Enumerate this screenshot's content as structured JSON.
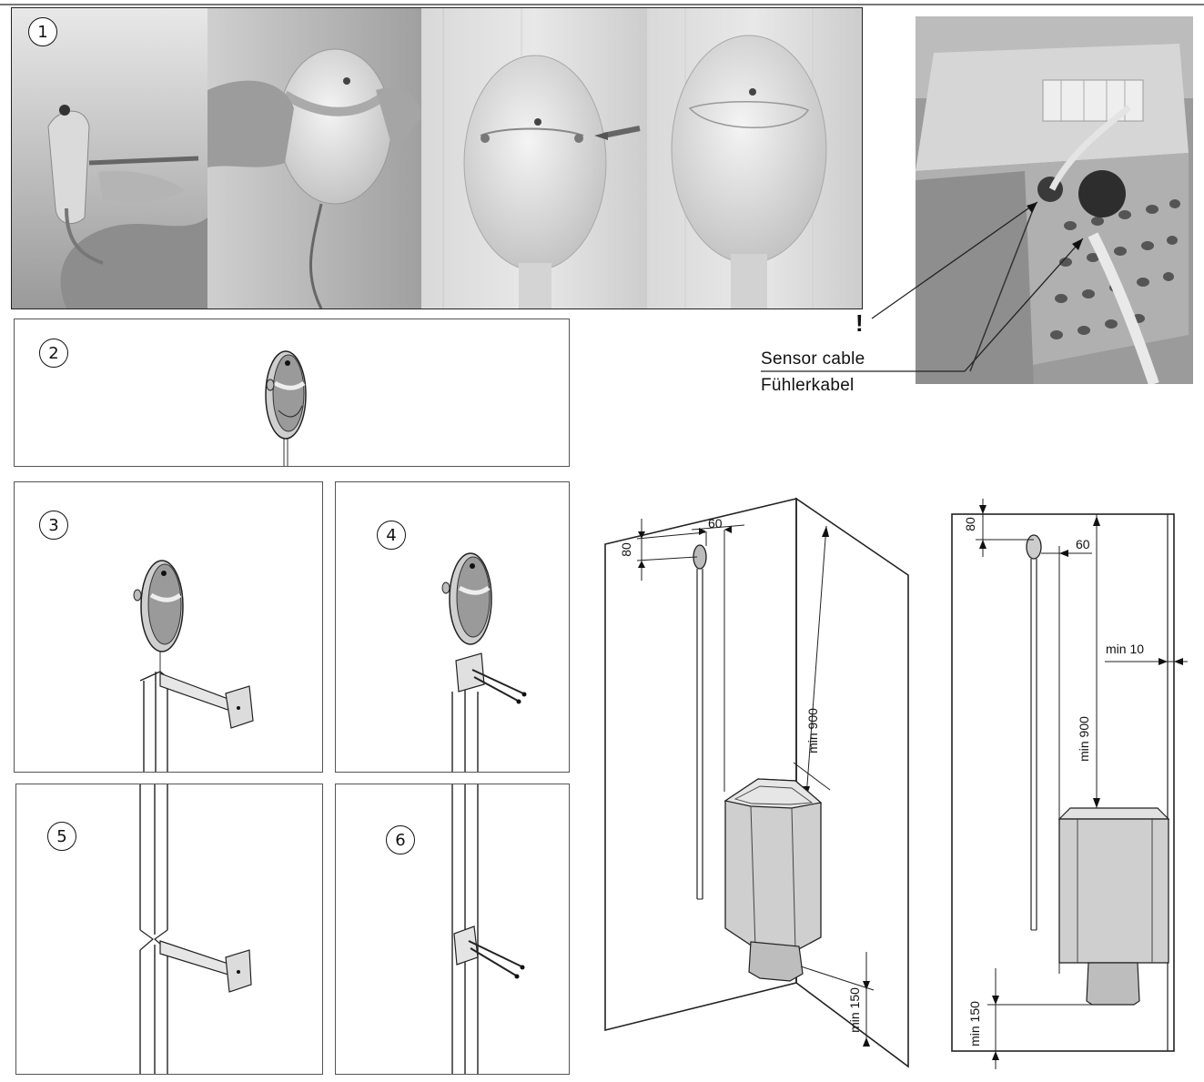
{
  "steps": {
    "s1": "1",
    "s2": "2",
    "s3": "3",
    "s4": "4",
    "s5": "5",
    "s6": "6"
  },
  "photo_labels": {
    "sensor_cable_en": "Sensor cable",
    "sensor_cable_de": "Fühlerkabel",
    "warning": "!"
  },
  "diagram_left": {
    "top_offset": "80",
    "side_offset": "60",
    "vertical_clearance": "min 900",
    "floor_clearance": "min 150"
  },
  "diagram_right": {
    "top_offset": "80",
    "side_offset": "60",
    "wall_clearance": "min 10",
    "vertical_clearance": "min 900",
    "floor_clearance": "min 150"
  }
}
